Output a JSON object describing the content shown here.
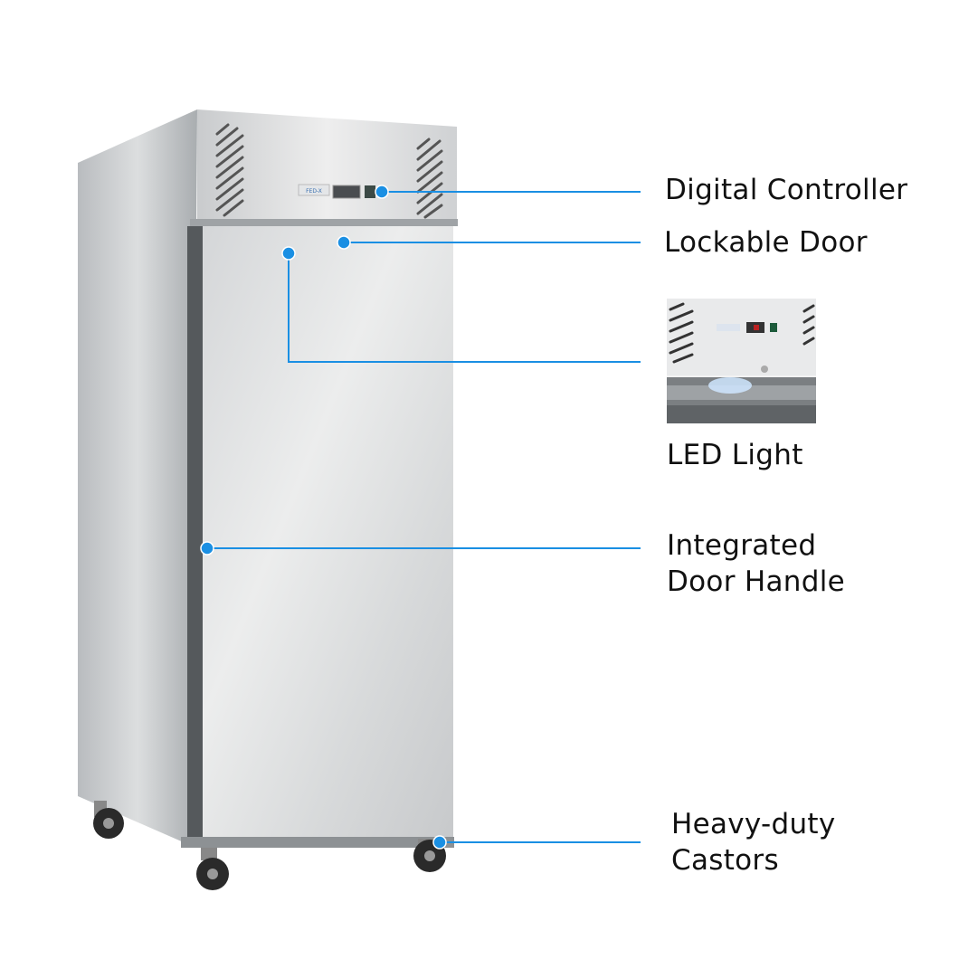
{
  "product": {
    "brand_logo": "FED-X",
    "accent_color": "#1a8fe3"
  },
  "callouts": [
    {
      "id": "digital-controller",
      "lines": [
        "Digital Controller"
      ]
    },
    {
      "id": "lockable-door",
      "lines": [
        "Lockable Door"
      ]
    },
    {
      "id": "led-light",
      "lines": [
        "LED Light"
      ]
    },
    {
      "id": "door-handle",
      "lines": [
        "Integrated",
        "Door Handle"
      ]
    },
    {
      "id": "castors",
      "lines": [
        "Heavy-duty",
        "Castors"
      ]
    }
  ]
}
